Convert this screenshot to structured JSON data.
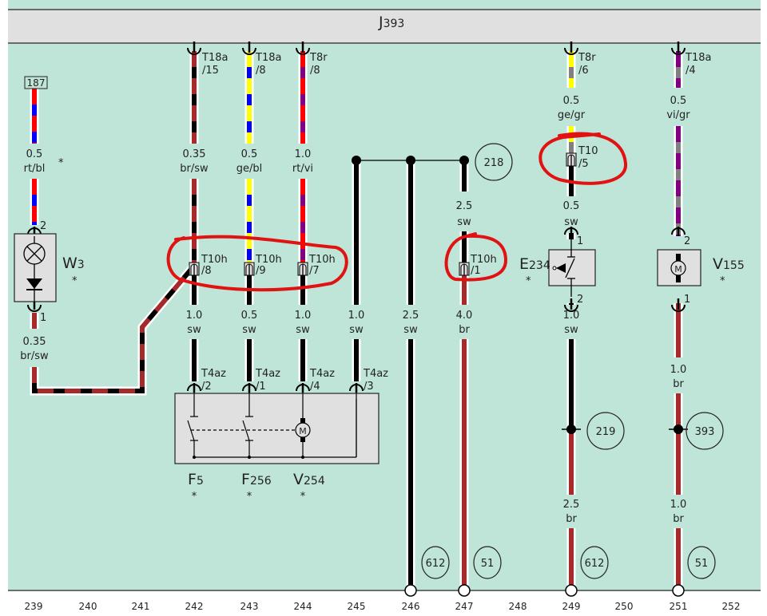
{
  "header": {
    "title_letter": "J",
    "title_number": "393"
  },
  "columns": [
    "239",
    "240",
    "241",
    "242",
    "243",
    "244",
    "245",
    "246",
    "247",
    "248",
    "249",
    "250",
    "251",
    "252"
  ],
  "colors": {
    "background": "#bfe5d8",
    "header": "#e0e0e0",
    "annotation": "#e01212",
    "rt": "#ff0000",
    "bl": "#0000ff",
    "br": "#a52a2a",
    "sw": "#000000",
    "ge": "#ffff00",
    "vi": "#800080",
    "gr": "#808080"
  },
  "wires": {
    "w239": {
      "ref": "187",
      "size": "0.5",
      "color": "rt/bl",
      "asterisk": "*",
      "pin_top": "2",
      "pin_bottom": "1",
      "size2": "0.35",
      "color2": "br/sw"
    },
    "w242": {
      "conn_top": "T18a",
      "conn_top_pin": "/15",
      "size": "0.35",
      "color": "br/sw",
      "conn_mid": "T10h",
      "conn_mid_pin": "/8",
      "size2": "1.0",
      "color2": "sw",
      "conn_bot": "T4az",
      "conn_bot_pin": "/2"
    },
    "w243": {
      "conn_top": "T18a",
      "conn_top_pin": "/8",
      "size": "0.5",
      "color": "ge/bl",
      "conn_mid": "T10h",
      "conn_mid_pin": "/9",
      "size2": "0.5",
      "color2": "sw",
      "conn_bot": "T4az",
      "conn_bot_pin": "/1"
    },
    "w244": {
      "conn_top": "T8r",
      "conn_top_pin": "/8",
      "size": "1.0",
      "color": "rt/vi",
      "conn_mid": "T10h",
      "conn_mid_pin": "/7",
      "size2": "1.0",
      "color2": "sw",
      "conn_bot": "T4az",
      "conn_bot_pin": "/4"
    },
    "w245": {
      "size": "1.0",
      "color": "sw",
      "conn_bot": "T4az",
      "conn_bot_pin": "/3"
    },
    "w246": {
      "size": "2.5",
      "color": "sw",
      "ref": "612"
    },
    "w247": {
      "size": "2.5",
      "color": "sw",
      "conn_mid": "T10h",
      "conn_mid_pin": "/1",
      "size2": "4.0",
      "color2": "br",
      "ref": "51",
      "junction_ref": "218"
    },
    "w249": {
      "conn_top": "T8r",
      "conn_top_pin": "/6",
      "size": "0.5",
      "color": "ge/gr",
      "conn_mid": "T10",
      "conn_mid_pin": "/5",
      "size2": "0.5",
      "color2": "sw",
      "pin_top": "1",
      "pin_bottom": "2",
      "size3": "1.0",
      "color3": "sw",
      "junction_ref": "219",
      "size4": "2.5",
      "color4": "br",
      "ref": "612"
    },
    "w251": {
      "conn_top": "T18a",
      "conn_top_pin": "/4",
      "size": "0.5",
      "color": "vi/gr",
      "pin_top": "2",
      "pin_bottom": "1",
      "size3": "1.0",
      "color3": "br",
      "junction_ref": "393",
      "size4": "1.0",
      "color4": "br",
      "ref": "51"
    }
  },
  "components": {
    "W3": {
      "letter": "W",
      "number": "3",
      "asterisk": "*",
      "icon": "lamp-diode"
    },
    "E234": {
      "letter": "E",
      "number": "234",
      "asterisk": "*",
      "icon": "switch"
    },
    "V155": {
      "letter": "V",
      "number": "155",
      "asterisk": "*",
      "icon": "motor"
    },
    "F5": {
      "letter": "F",
      "number": "5",
      "asterisk": "*",
      "icon": "switch"
    },
    "F256": {
      "letter": "F",
      "number": "256",
      "asterisk": "*",
      "icon": "switch"
    },
    "V254": {
      "letter": "V",
      "number": "254",
      "asterisk": "*",
      "icon": "motor"
    }
  }
}
